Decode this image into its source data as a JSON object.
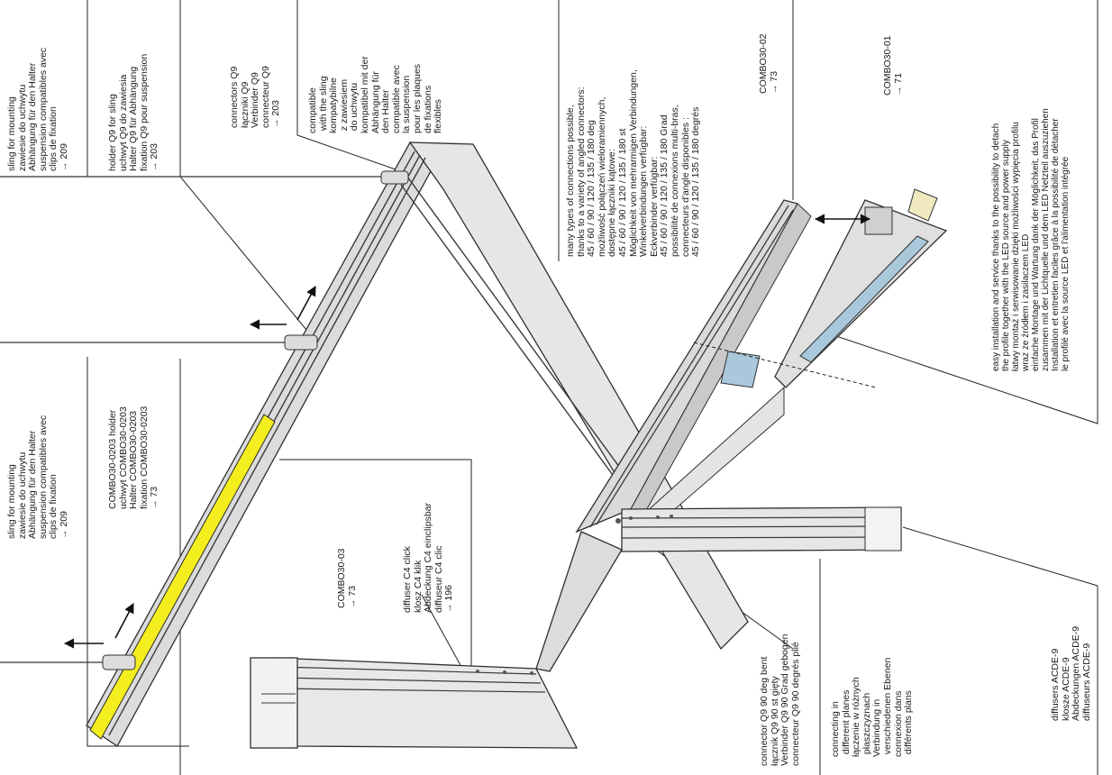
{
  "colors": {
    "profile_fill": "#e7e7e7",
    "profile_stroke": "#2f2f2f",
    "rail_dark": "#3a3a3a",
    "diffuser_yellow": "#f4ee1f",
    "led_blue": "#a9c8dc",
    "leader": "#222222"
  },
  "annotations": {
    "sling_top": "sling for mounting\nzawiesie do uchwytu\nAbhängung für den Halter\nsuspension compatibles avec\nclips de fixation\n→ 209",
    "holder_q9": "holder Q9 for sling\nuchwyt Q9 do zawiesia\nHalter Q9 für Abhängung\nfixation Q9 pour suspension\n→ 203",
    "connectors_q9": "connectors Q9\nłączniki Q9\nVerbinder Q9\nconnecteur Q9\n→ 203",
    "compatible_sling": "compatible\n with the sling\nkompatybilne\n z zawiesiem\n do uchwytu\nkompatibel mit der\nAbhängung für\nden Halter\ncompatible avec\nla suspension\npour les plaques\nde fixations\nflexibles",
    "connections": "many types of connections possible,\nthanks to a variety of angled connectors:\n45 / 60 / 90 / 120 / 135 / 180 deg\nmożliwość połączeń wieloramiennych,\ndostępne łączniki kątowe:\n45 / 60 / 90 / 120 / 135 / 180 st\nMöglichkeit von mehrarmigen Verbindungen,\nWinkelverbindungen verfügbar:\nEckverbinder verfügbar:\n45 / 60 / 90 / 120 / 135 / 180 Grad\npossibilité de connexions multi-bras,\nconnecteurs d'angle disponibles :\n45 / 60 / 90 / 120 / 135 / 180 degrés",
    "combo30_02": "COMBO30-02\n→ 73",
    "combo30_01": "COMBO30-01\n→ 71",
    "service": "easy installation and service thanks to the possibility to detach\nthe profile together with the LED source and power supply\nłatwy montaż i serwisowanie dzięki możliwości wypięcia profilu\nwraz ze źródłem i zasilaczem LED\neinfache Montage und Wartung dank der Möglichkeit, das Profil\nzusammen mit der Lichtquelle und dem LED Netzteil auszuziehen\nInstallation et entretien faciles grâce à la possibilité de détacher\nle profilé avec la source LED et l'alimentation intégrée",
    "sling_bottom": "sling for mounting\nzawiesie do uchwytu\nAbhängung für den Halter\nsuspension compatibles avec\nclips de fixation\n→ 209",
    "combo_holder": "COMBO30-0203 holder\nuchwyt COMBO30-0203\nHalter COMBO30-0203\nfixation COMBO30-0203\n→ 73",
    "combo30_03": "COMBO30-03\n→ 73",
    "diffuser_c4": "diffuser C4 click\nklosz C4 klik\nAbdeckung C4 einclipsbar\ndiffuseur C4 clic\n→ 196",
    "connector_bent": "connector Q9 90 deg bent\nłącznik Q9 90 st gięty\nVerbinder Q9 90 Grad gebogen\nconnecteur Q9 90 degrés plié",
    "different_planes": "connecting in\n different planes\nłączenie w różnych\n płaszczyznach\nVerbindung in\n verschiedenen Ebenen\nconnexion dans\n différents plans",
    "diffusers_acde": "diffusers ACDE-9\nklosze ACDE-9\nAbdeckungen ACDE-9\ndiffuseurs ACDE-9"
  }
}
